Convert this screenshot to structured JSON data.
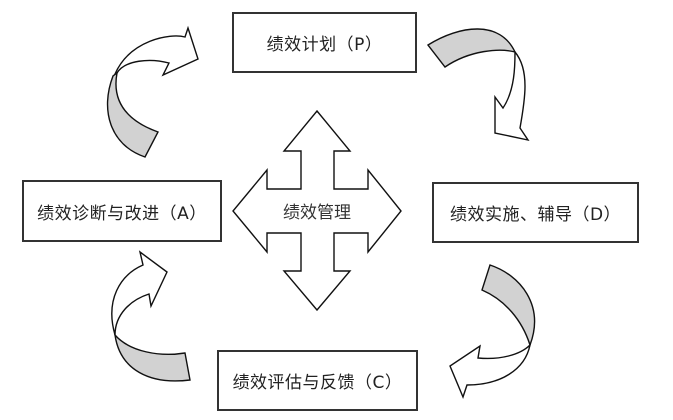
{
  "diagram": {
    "type": "cycle",
    "center": {
      "label": "绩效管理",
      "shape": "four-way-arrow"
    },
    "stages": [
      {
        "id": "P",
        "label": "绩效计划（P）",
        "position": "top"
      },
      {
        "id": "D",
        "label": "绩效实施、辅导（D）",
        "position": "right"
      },
      {
        "id": "C",
        "label": "绩效评估与反馈（C）",
        "position": "bottom"
      },
      {
        "id": "A",
        "label": "绩效诊断与改进（A）",
        "position": "left"
      }
    ],
    "flow": [
      {
        "from": "P",
        "to": "D",
        "icon": "curved-arrow-icon"
      },
      {
        "from": "D",
        "to": "C",
        "icon": "curved-arrow-icon"
      },
      {
        "from": "C",
        "to": "A",
        "icon": "curved-arrow-icon"
      },
      {
        "from": "A",
        "to": "P",
        "icon": "curved-arrow-icon"
      }
    ],
    "colors": {
      "arrow_shade": "#d2d2d2",
      "stroke": "#111111",
      "box_border": "#333333"
    }
  }
}
